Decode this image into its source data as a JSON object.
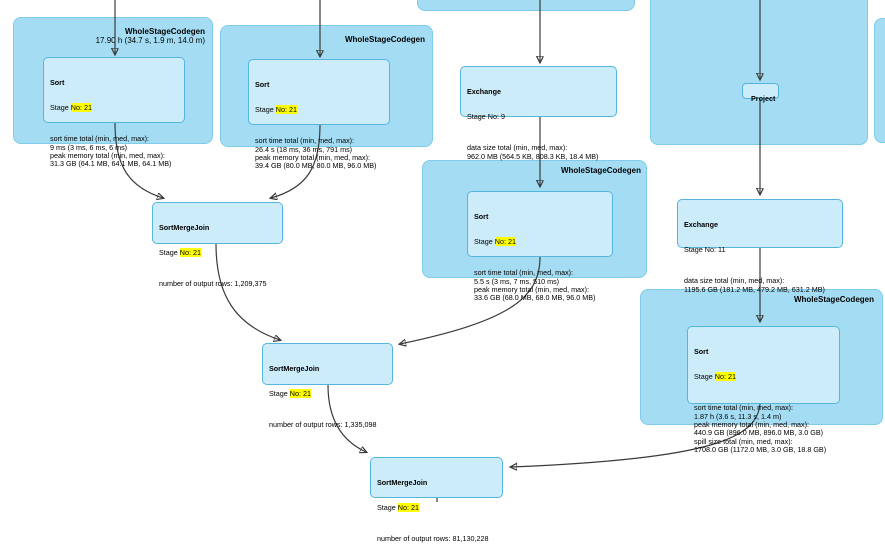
{
  "diagram": {
    "kind": "spark-sql-query-plan-dag",
    "colors": {
      "cluster_fill": "#a4ddf3",
      "cluster_border": "#7fcbe8",
      "node_fill": "#cdecfa",
      "node_border": "#55b6dd",
      "stage_highlight": "#ffff00",
      "edge": "#3a3a3a"
    }
  },
  "clusters": {
    "wsc_top_left": {
      "label": "WholeStageCodegen",
      "subtitle": "17.90 h (34.7 s, 1.9 m, 14.0 m)"
    },
    "wsc_top_mid": {
      "label": "WholeStageCodegen"
    },
    "wsc_mid": {
      "label": "WholeStageCodegen"
    },
    "wsc_bottom_right": {
      "label": "WholeStageCodegen"
    }
  },
  "nodes": {
    "sort_tl": {
      "title": "Sort",
      "stage_label": "Stage",
      "stage_no": "No: 21",
      "highlight": "true",
      "metrics": [
        "sort time total (min, med, max):",
        "9 ms (3 ms, 6 ms, 6 ms)",
        "peak memory total (min, med, max):",
        "31.3 GB (64.1 MB, 64.1 MB, 64.1 MB)"
      ]
    },
    "sort_tm": {
      "title": "Sort",
      "stage_label": "Stage",
      "stage_no": "No: 21",
      "highlight": "true",
      "metrics": [
        "sort time total (min, med, max):",
        "26.4 s (18 ms, 36 ms, 791 ms)",
        "peak memory total (min, med, max):",
        "39.4 GB (80.0 MB, 80.0 MB, 96.0 MB)"
      ]
    },
    "exchange_9": {
      "title": "Exchange",
      "stage_label": "Stage",
      "stage_no": "No: 9",
      "highlight": "false",
      "metrics": [
        "data size total (min, med, max):",
        "962.0 MB (564.5 KB, 808.3 KB, 18.4 MB)"
      ]
    },
    "sort_mid": {
      "title": "Sort",
      "stage_label": "Stage",
      "stage_no": "No: 21",
      "highlight": "true",
      "metrics": [
        "sort time total (min, med, max):",
        "5.5 s (3 ms, 7 ms, 510 ms)",
        "peak memory total (min, med, max):",
        "33.6 GB (68.0 MB, 68.0 MB, 96.0 MB)"
      ]
    },
    "project": {
      "title": "Project"
    },
    "exchange_11": {
      "title": "Exchange",
      "stage_label": "Stage",
      "stage_no": "No: 11",
      "highlight": "false",
      "metrics": [
        "data size total (min, med, max):",
        "1195.6 GB (181.2 MB, 479.2 MB, 631.2 MB)"
      ]
    },
    "sort_br": {
      "title": "Sort",
      "stage_label": "Stage",
      "stage_no": "No: 21",
      "highlight": "true",
      "metrics": [
        "sort time total (min, med, max):",
        "1.87 h (3.6 s, 11.3 s, 1.4 m)",
        "peak memory total (min, med, max):",
        "440.9 GB (896.0 MB, 896.0 MB, 3.0 GB)",
        "spill size total (min, med, max):",
        "1708.0 GB (1172.0 MB, 3.0 GB, 18.8 GB)"
      ]
    },
    "smj_1": {
      "title": "SortMergeJoin",
      "stage_label": "Stage",
      "stage_no": "No: 21",
      "highlight": "true",
      "metrics": [
        "number of output rows: 1,209,375"
      ]
    },
    "smj_2": {
      "title": "SortMergeJoin",
      "stage_label": "Stage",
      "stage_no": "No: 21",
      "highlight": "true",
      "metrics": [
        "number of output rows: 1,335,098"
      ]
    },
    "smj_3": {
      "title": "SortMergeJoin",
      "stage_label": "Stage",
      "stage_no": "No: 21",
      "highlight": "true",
      "metrics": [
        "number of output rows: 81,130,228"
      ]
    }
  },
  "edges": [
    {
      "from": "upstream",
      "to": "sort_tl"
    },
    {
      "from": "sort_tl",
      "to": "smj_1"
    },
    {
      "from": "upstream",
      "to": "sort_tm"
    },
    {
      "from": "sort_tm",
      "to": "smj_1"
    },
    {
      "from": "upstream",
      "to": "exchange_9"
    },
    {
      "from": "exchange_9",
      "to": "sort_mid"
    },
    {
      "from": "sort_mid",
      "to": "smj_2"
    },
    {
      "from": "smj_1",
      "to": "smj_2"
    },
    {
      "from": "upstream",
      "to": "project"
    },
    {
      "from": "project",
      "to": "exchange_11"
    },
    {
      "from": "exchange_11",
      "to": "sort_br"
    },
    {
      "from": "sort_br",
      "to": "smj_3"
    },
    {
      "from": "smj_2",
      "to": "smj_3"
    },
    {
      "from": "smj_3",
      "to": "downstream"
    }
  ]
}
